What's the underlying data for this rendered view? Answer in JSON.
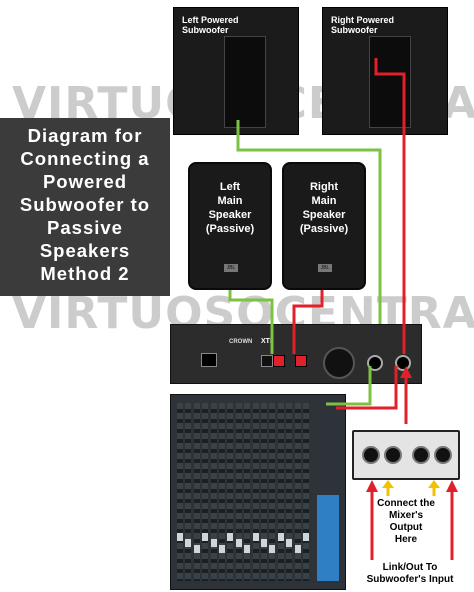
{
  "title_lines": [
    "Diagram for",
    "Connecting a",
    "Powered",
    "Subwoofer to",
    "Passive",
    "Speakers",
    "Method 2"
  ],
  "watermark": "VIRTUOSOCENTRAL.COM",
  "left_sub": {
    "line1": "Left Powered",
    "line2": "Subwoofer"
  },
  "right_sub": {
    "line1": "Right Powered",
    "line2": "Subwoofer"
  },
  "left_speaker": {
    "line1": "Left",
    "line2": "Main",
    "line3": "Speaker",
    "line4": "(Passive)",
    "logo": "JBL"
  },
  "right_speaker": {
    "line1": "Right",
    "line2": "Main",
    "line3": "Speaker",
    "line4": "(Passive)",
    "logo": "JBL"
  },
  "amp": {
    "brand": "CROWN",
    "model": "XTi"
  },
  "note_connect": {
    "line1": "Connect the",
    "line2": "Mixer's",
    "line3": "Output",
    "line4": "Here"
  },
  "note_link": {
    "line1": "Link/Out To",
    "line2": "Subwoofer's Input"
  },
  "colors": {
    "green_cable": "#7cc242",
    "red_cable": "#e0202a",
    "yellow_arrow": "#f2c200",
    "title_bg": "#3b3b3b"
  }
}
